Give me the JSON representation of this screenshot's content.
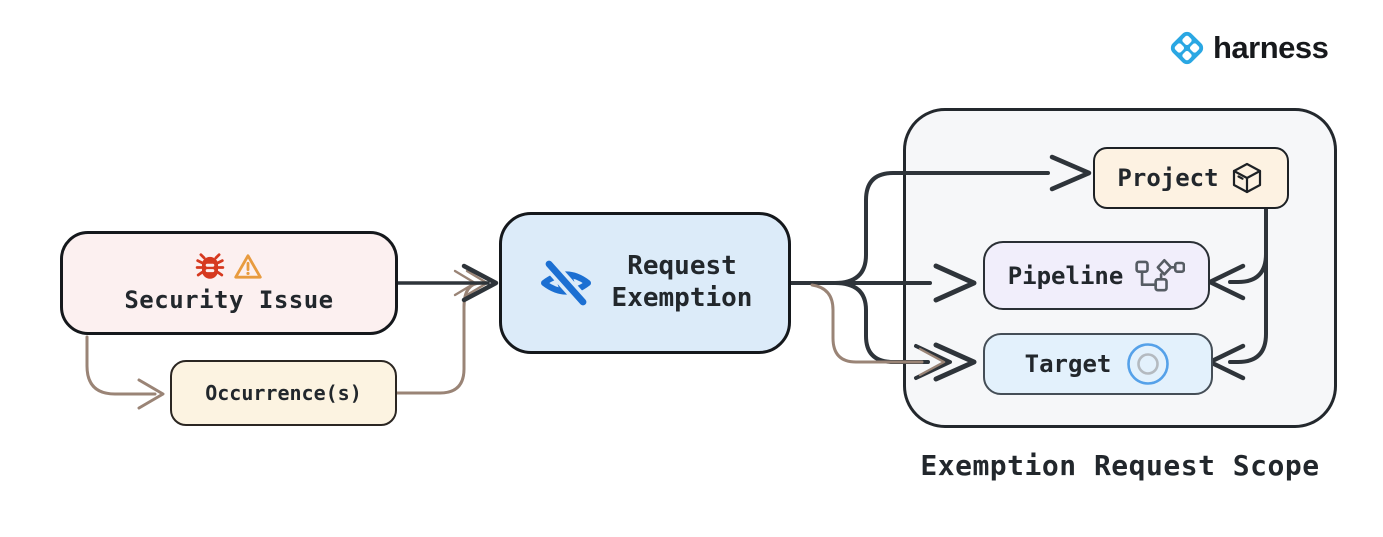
{
  "brand": {
    "name": "harness"
  },
  "nodes": {
    "security_issue": {
      "label": "Security Issue"
    },
    "occurrences": {
      "label": "Occurrence(s)"
    },
    "request_exemption": {
      "line1": "Request",
      "line2": "Exemption"
    },
    "project": {
      "label": "Project"
    },
    "pipeline": {
      "label": "Pipeline"
    },
    "target": {
      "label": "Target"
    }
  },
  "scope": {
    "caption": "Exemption Request Scope"
  },
  "icons": {
    "security_issue": [
      "bug-icon",
      "warning-icon"
    ],
    "request_exemption": "eye-off-icon",
    "project": "package-cube-icon",
    "pipeline": "dag-workflow-icon",
    "target": "concentric-circles-icon",
    "brand": "harness-diamond-icon"
  },
  "colors": {
    "dark_stroke": "#2e343a",
    "brown_stroke": "#9a8476",
    "security_fill": "#fcf0f0",
    "occurrence_fill": "#fcf3e1",
    "request_fill": "#dcebf9",
    "scope_fill": "#f6f7f9",
    "project_fill": "#fdf2e2",
    "pipeline_fill": "#f1eefb",
    "target_fill": "#e3f1fc",
    "bug_red": "#d6391f",
    "warning_orange": "#e89b3f",
    "eye_blue": "#1c6fd2",
    "target_ring_blue": "#55a1e9",
    "target_ring_gray": "#b4bac0",
    "harness_blue": "#2aa7e3"
  }
}
